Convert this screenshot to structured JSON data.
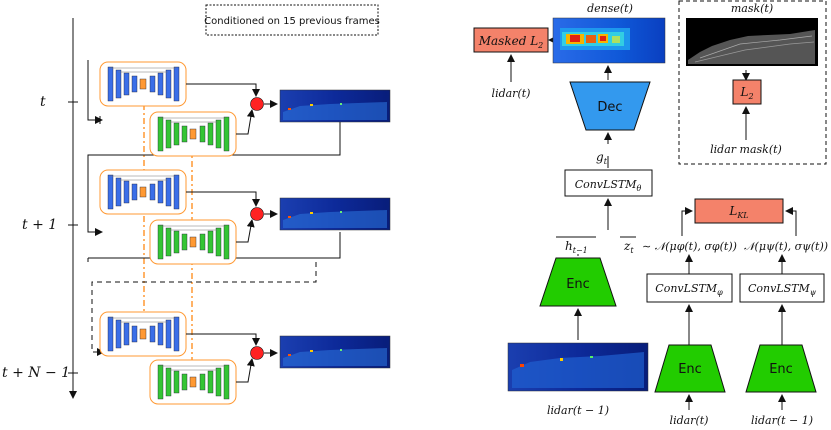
{
  "left": {
    "note": "Conditioned on 15 previous frames",
    "time_labels": [
      "t",
      "t + 1",
      "t + N − 1"
    ]
  },
  "right": {
    "masked_l2": "Masked L",
    "masked_l2_sub": "2",
    "lidar_t": "lidar(t)",
    "dense_title": "dense(t)",
    "mask_title": "mask(t)",
    "l2_box": "L",
    "l2_sub": "2",
    "lidar_mask": "lidar mask(t)",
    "dec": "Dec",
    "g_t": "g",
    "g_t_sub": "t",
    "convlstm_theta": "ConvLSTM",
    "convlstm_theta_sub": "θ",
    "lkl": "L",
    "lkl_sub": "KL",
    "h_t1": "h",
    "h_t1_sub": "t−1",
    "z_t": "z",
    "z_t_sub": "t",
    "n_phi": "∼ 𝒩(μφ(t), σφ(t))",
    "n_psi": "𝒩(μψ(t), σψ(t))",
    "convlstm_phi": "ConvLSTM",
    "convlstm_phi_sub": "φ",
    "convlstm_psi": "ConvLSTM",
    "convlstm_psi_sub": "ψ",
    "enc": "Enc",
    "lidar_tm1": "lidar(t − 1)",
    "lidar_t_bottom": "lidar(t)",
    "lidar_tm1_bottom": "lidar(t − 1)"
  },
  "colors": {
    "enc_green": "#22cc00",
    "dec_blue": "#3399ee",
    "loss_salmon": "#f4826a",
    "unet_blue": "#3a6ee8",
    "unet_green": "#34c534",
    "orange": "#ff9933",
    "red_node": "#ff2222"
  }
}
